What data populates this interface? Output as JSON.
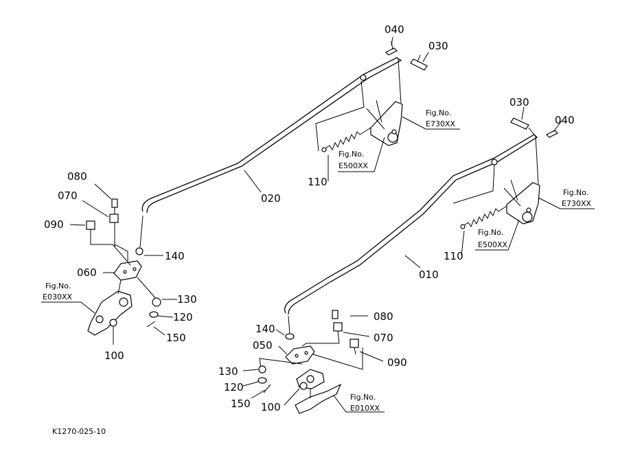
{
  "labels": {
    "p010": "010",
    "p020": "020",
    "p030a": "030",
    "p030b": "030",
    "p040a": "040",
    "p040b": "040",
    "p050": "050",
    "p060": "060",
    "p070a": "070",
    "p070b": "070",
    "p080a": "080",
    "p080b": "080",
    "p090a": "090",
    "p090b": "090",
    "p100a": "100",
    "p100b": "100",
    "p110a": "110",
    "p110b": "110",
    "p120a": "120",
    "p120b": "120",
    "p130a": "130",
    "p130b": "130",
    "p140a": "140",
    "p140b": "140",
    "p150a": "150",
    "p150b": "150"
  },
  "figrefs": {
    "fig_prefix": "Fig.No.",
    "e730_a": "E730XX",
    "e730_b": "E730XX",
    "e500_a": "E500XX",
    "e500_b": "E500XX",
    "e030": "E030XX",
    "e010": "E010XX"
  },
  "drawing_code": "K1270-025-10"
}
